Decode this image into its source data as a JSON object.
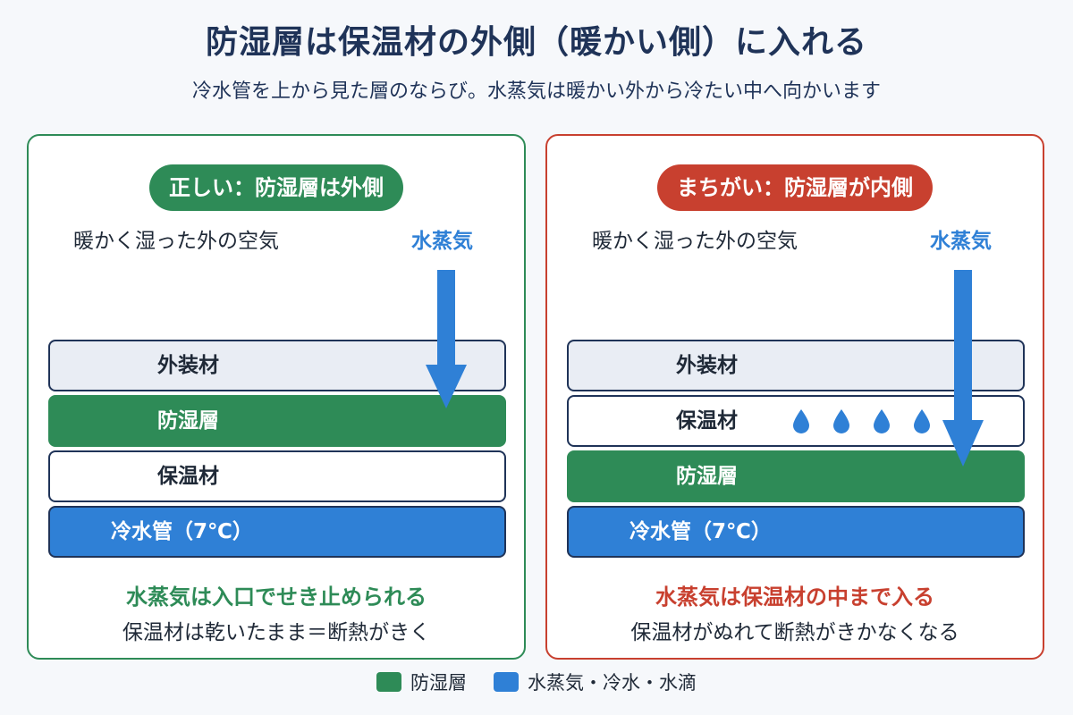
{
  "title": "防湿層は保温材の外側（暖かい側）に入れる",
  "subtitle": "冷水管を上から見た層のならび。水蒸気は暖かい外から冷たい中へ向かいます",
  "colors": {
    "barrier": "#2e8b57",
    "water": "#2f80d6",
    "correct": "#2e8b57",
    "wrong": "#c8402f",
    "navy": "#1f3358"
  },
  "panels": {
    "correct": {
      "badge": "正しい：防湿層は外側",
      "air_label": "暖かく湿った外の空気",
      "vapor_label": "水蒸気",
      "layers": [
        "外装材",
        "防湿層",
        "保温材",
        "冷水管（7℃）"
      ],
      "result_main": "水蒸気は入口でせき止められる",
      "result_sub": "保温材は乾いたまま＝断熱がきく"
    },
    "wrong": {
      "badge": "まちがい：防湿層が内側",
      "air_label": "暖かく湿った外の空気",
      "vapor_label": "水蒸気",
      "layers": [
        "外装材",
        "保温材",
        "防湿層",
        "冷水管（7℃）"
      ],
      "result_main": "水蒸気は保温材の中まで入る",
      "result_sub": "保温材がぬれて断熱がきかなくなる"
    }
  },
  "legend": [
    {
      "label": "防湿層",
      "color": "#2e8b57"
    },
    {
      "label": "水蒸気・冷水・水滴",
      "color": "#2f80d6"
    }
  ]
}
